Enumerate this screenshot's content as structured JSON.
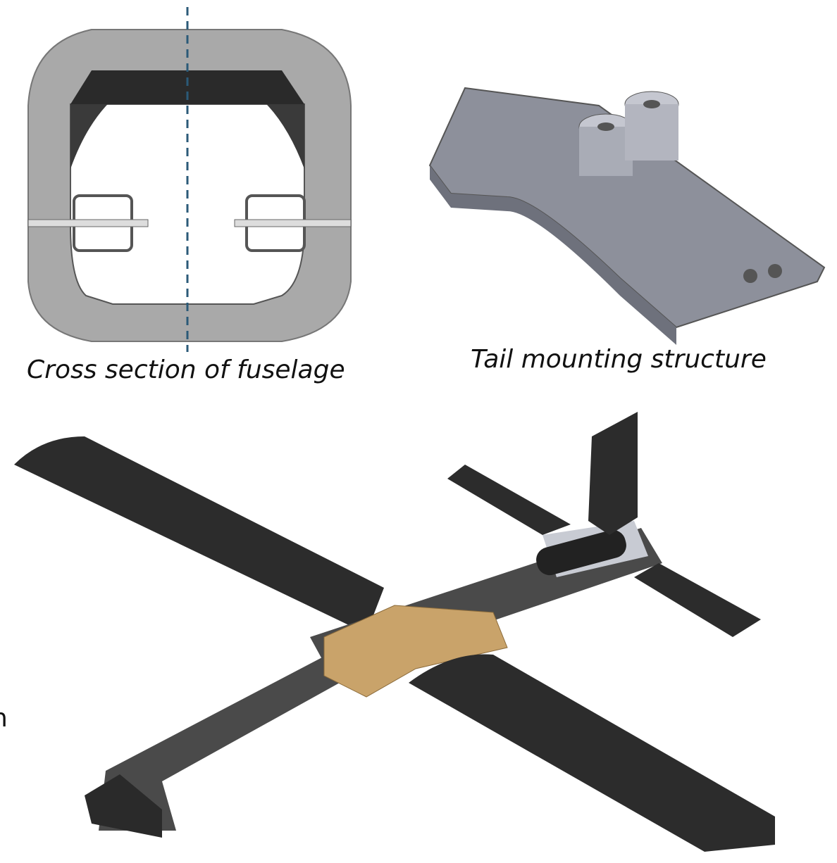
{
  "panels": {
    "cross_section": {
      "caption": "Cross section of fuselage"
    },
    "tail_mount": {
      "caption": "Tail mounting structure"
    },
    "assembly": {
      "cut_off_text": "n"
    }
  },
  "colors": {
    "foam": "#a9a9a9",
    "wing": "#2c2c2c",
    "carbon": "#4a4a4a",
    "wood": "#c9a36a",
    "metal": "#9ea1ad",
    "axis_dash": "#2b5a78"
  }
}
